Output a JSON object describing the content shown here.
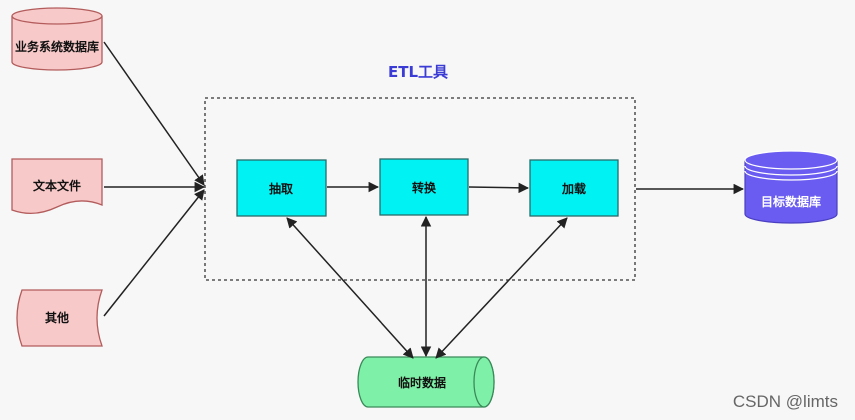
{
  "diagram": {
    "title": "ETL工具",
    "sources": {
      "business_db": "业务系统数据库",
      "text_file": "文本文件",
      "other": "其他"
    },
    "steps": {
      "extract": "抽取",
      "transform": "转换",
      "load": "加载"
    },
    "target_db": "目标数据库",
    "temp_data": "临时数据"
  },
  "watermark": "CSDN @limts",
  "colors": {
    "source_fill": "#f8c9c9",
    "source_stroke": "#b35c5c",
    "step_fill": "#00f2f2",
    "step_stroke": "#2a6b6b",
    "target_fill": "#6a5cf0",
    "temp_fill": "#7ff0a8",
    "temp_stroke": "#3a8a5a",
    "title": "#3b3bd6"
  }
}
